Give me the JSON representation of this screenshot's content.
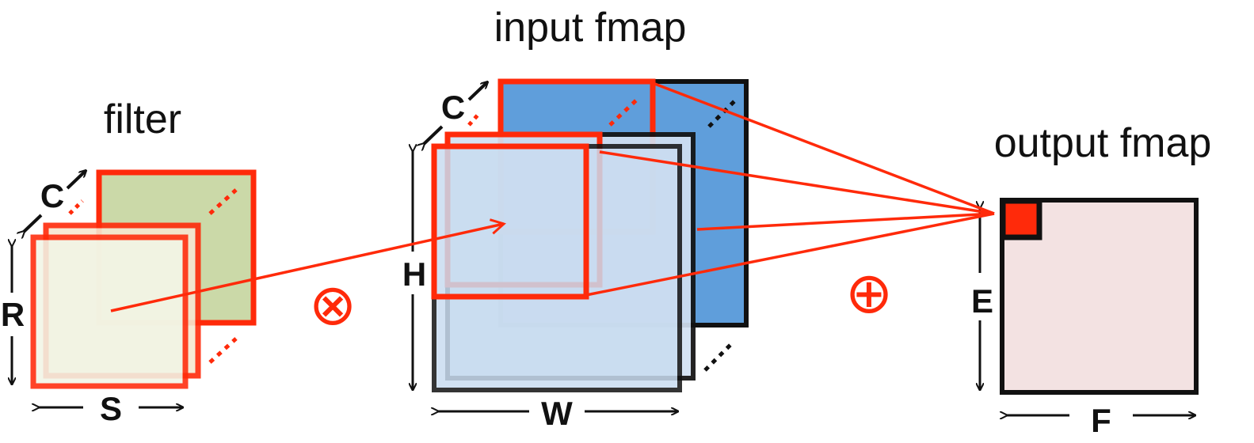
{
  "titles": {
    "filter": "filter",
    "input": "input fmap",
    "output": "output fmap"
  },
  "dimensions": {
    "filter_channels": "C",
    "filter_height": "R",
    "filter_width": "S",
    "input_channels": "C",
    "input_height": "H",
    "input_width": "W",
    "output_height": "E",
    "output_width": "F"
  },
  "operators": {
    "multiply": "⊗",
    "accumulate": "⊕"
  },
  "colors": {
    "highlight": "#ff2a0a",
    "filter_front": "#f2f5e6",
    "filter_back": "#cbd9a8",
    "input_front": "#c9dcf0",
    "input_back": "#5f9edb",
    "output_fill": "#f3e2e2",
    "outline": "#111111"
  }
}
